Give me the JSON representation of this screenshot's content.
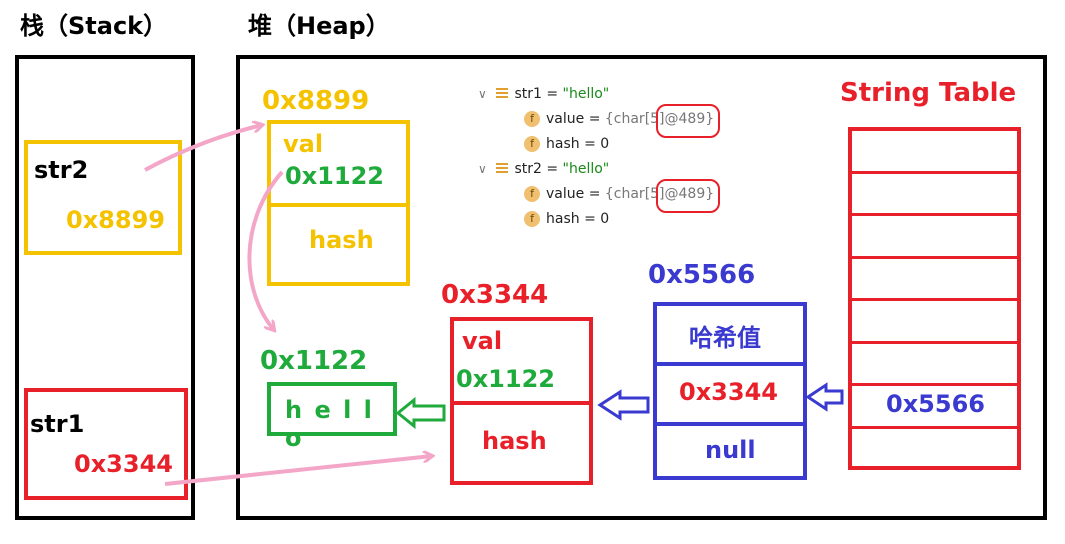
{
  "titles": {
    "stack": "栈（Stack）",
    "heap": "堆（Heap）"
  },
  "stack": {
    "str2": {
      "name": "str2",
      "addr": "0x8899"
    },
    "str1": {
      "name": "str1",
      "addr": "0x3344"
    }
  },
  "heap": {
    "obj_str2": {
      "address": "0x8899",
      "val_label": "val",
      "val_value": "0x1122",
      "hash_label": "hash"
    },
    "char_array": {
      "address": "0x1122",
      "content": "h e l l o"
    },
    "obj_str1": {
      "address": "0x3344",
      "val_label": "val",
      "val_value": "0x1122",
      "hash_label": "hash"
    },
    "entry": {
      "address": "0x5566",
      "hash_label": "哈希值",
      "ref": "0x3344",
      "next": "null"
    },
    "string_table": {
      "title": "String Table",
      "highlighted_value": "0x5566",
      "row_count": 8,
      "highlighted_row": 6
    }
  },
  "debugger": {
    "str1": {
      "line": "str1 = ",
      "value": "\"hello\"",
      "field_value": "value = ",
      "field_value_val": "{char[5]@489}",
      "field_hash": "hash = 0"
    },
    "str2": {
      "line": "str2 = ",
      "value": "\"hello\"",
      "field_value": "value = ",
      "field_value_val": "{char[5]@489}",
      "field_hash": "hash = 0"
    }
  },
  "colors": {
    "yellow": "#f5c200",
    "red": "#e8202a",
    "green": "#1faa3c",
    "blue": "#3a3ad0",
    "pink_arrow": "#f4a6c8"
  }
}
